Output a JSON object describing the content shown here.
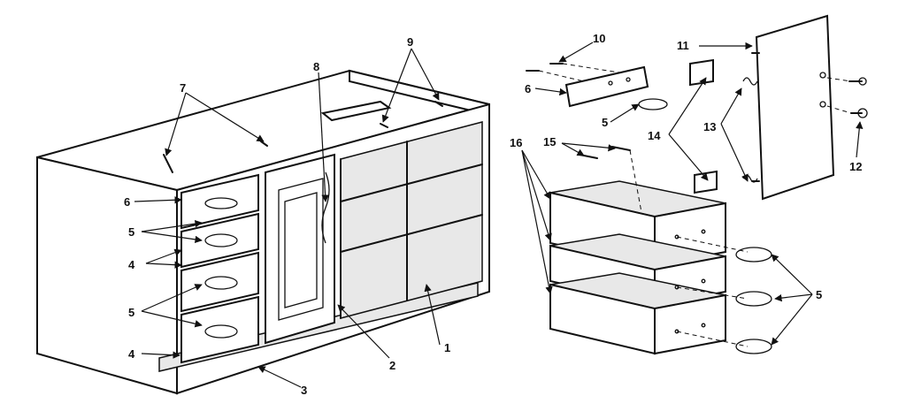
{
  "callouts": {
    "c1": "1",
    "c2": "2",
    "c3": "3",
    "c4a": "4",
    "c4b": "4",
    "c5a": "5",
    "c5b": "5",
    "c5c": "5",
    "c5d": "5",
    "c6a": "6",
    "c6b": "6",
    "c7": "7",
    "c8": "8",
    "c9": "9",
    "c10": "10",
    "c11": "11",
    "c12": "12",
    "c13": "13",
    "c14": "14",
    "c15": "15",
    "c16": "16"
  }
}
